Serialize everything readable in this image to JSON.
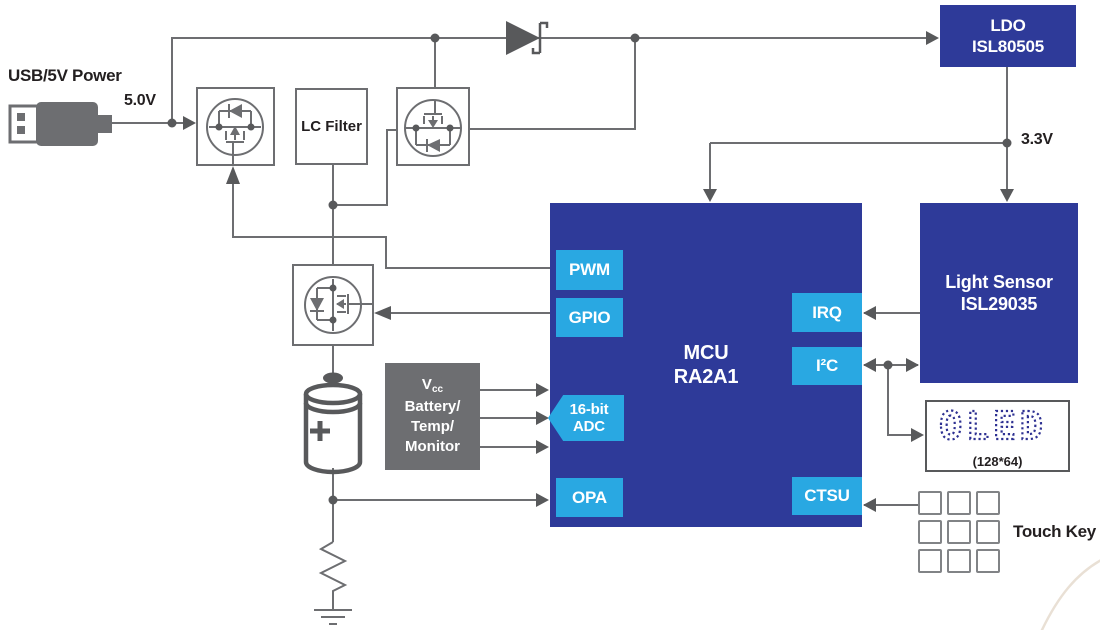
{
  "labels": {
    "usb_power": "USB/5V Power",
    "v5": "5.0V",
    "v33": "3.3V",
    "lc_filter": "LC Filter",
    "touch_key": "Touch Key"
  },
  "blocks": {
    "ldo": {
      "line1": "LDO",
      "line2": "ISL80505"
    },
    "mcu": {
      "line1": "MCU",
      "line2": "RA2A1"
    },
    "light_sensor": {
      "line1": "Light Sensor",
      "line2": "ISL29035"
    },
    "vcc_monitor": {
      "line1_main": "V",
      "line1_sub": "cc",
      "line2": "Battery/",
      "line3": "Temp/",
      "line4": "Monitor"
    },
    "oled": {
      "name": "OLED",
      "resolution": "(128*64)"
    }
  },
  "mcu_ports": {
    "pwm": "PWM",
    "gpio": "GPIO",
    "adc_line1": "16-bit",
    "adc_line2": "ADC",
    "opa": "OPA",
    "irq": "IRQ",
    "i2c": "I²C",
    "ctsu": "CTSU"
  },
  "icons": {
    "usb_plug": "usb-plug-icon",
    "mosfet": "mosfet-icon",
    "diode": "diode-icon",
    "battery": "battery-icon",
    "resistor": "resistor-icon",
    "ground": "ground-icon"
  },
  "colors": {
    "block_blue": "#2e3a99",
    "port_cyan": "#29a8e2",
    "wire_gray": "#6d6e71",
    "dark_gray": "#58595b",
    "text_black": "#231f20",
    "oled_blue": "#2e3192",
    "swoosh": "#e9e0d5"
  }
}
